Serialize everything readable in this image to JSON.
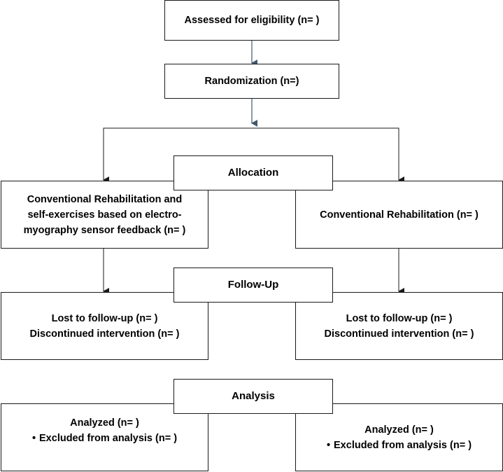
{
  "assessed": "Assessed for eligibility (n= )",
  "randomization": "Randomization (n=)",
  "allocation": {
    "title": "Allocation",
    "left": [
      "Conventional Rehabilitation and",
      "self-exercises based on electro-",
      "myography sensor feedback (n= )"
    ],
    "right": "Conventional Rehabilitation (n= )"
  },
  "followup": {
    "title": "Follow-Up",
    "left": [
      "Lost to follow-up (n=  )",
      "Discontinued intervention (n=  )"
    ],
    "right": [
      "Lost to follow-up (n=  )",
      "Discontinued intervention (n=  )"
    ]
  },
  "analysis": {
    "title": "Analysis",
    "left": {
      "analyzed": "Analyzed  (n=  )",
      "bullet": "•",
      "excluded": "Excluded from analysis (n=  )"
    },
    "right": {
      "analyzed": "Analyzed  (n=  )",
      "bullet": "•",
      "excluded": "Excluded from analysis (n=  )"
    }
  },
  "colors": {
    "box_border": "#1a1a1a",
    "arrow_blue": "#41586e"
  }
}
